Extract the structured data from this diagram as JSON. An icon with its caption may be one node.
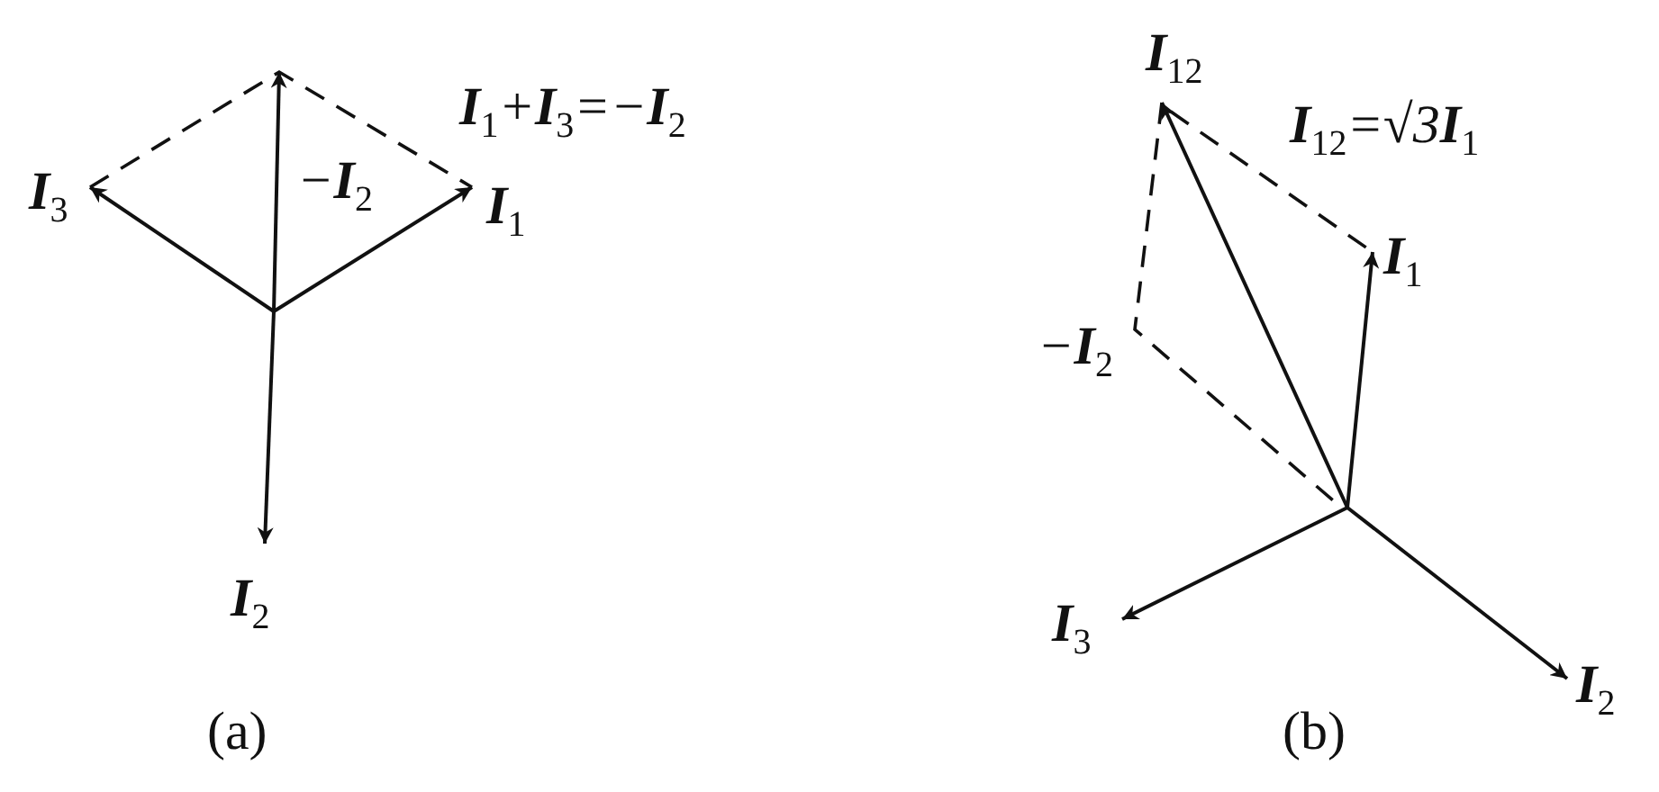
{
  "diagram": {
    "labels": [
      "**I**$_{1}$+**I**$_{3}$=−**I**$_{2}$",
      "**I**$_{3}$",
      "−**I**$_{2}$",
      "**I**$_{1}$",
      "**I**$_{2}$",
      "(a)",
      "**I**$_{12}$",
      "**I**$_{12}$=√3**I**$_{1}$",
      "**I**$_{1}$",
      "−**I**$_{2}$",
      "**I**$_{3}$",
      "**I**$_{2}$",
      "(b)"
    ]
  }
}
